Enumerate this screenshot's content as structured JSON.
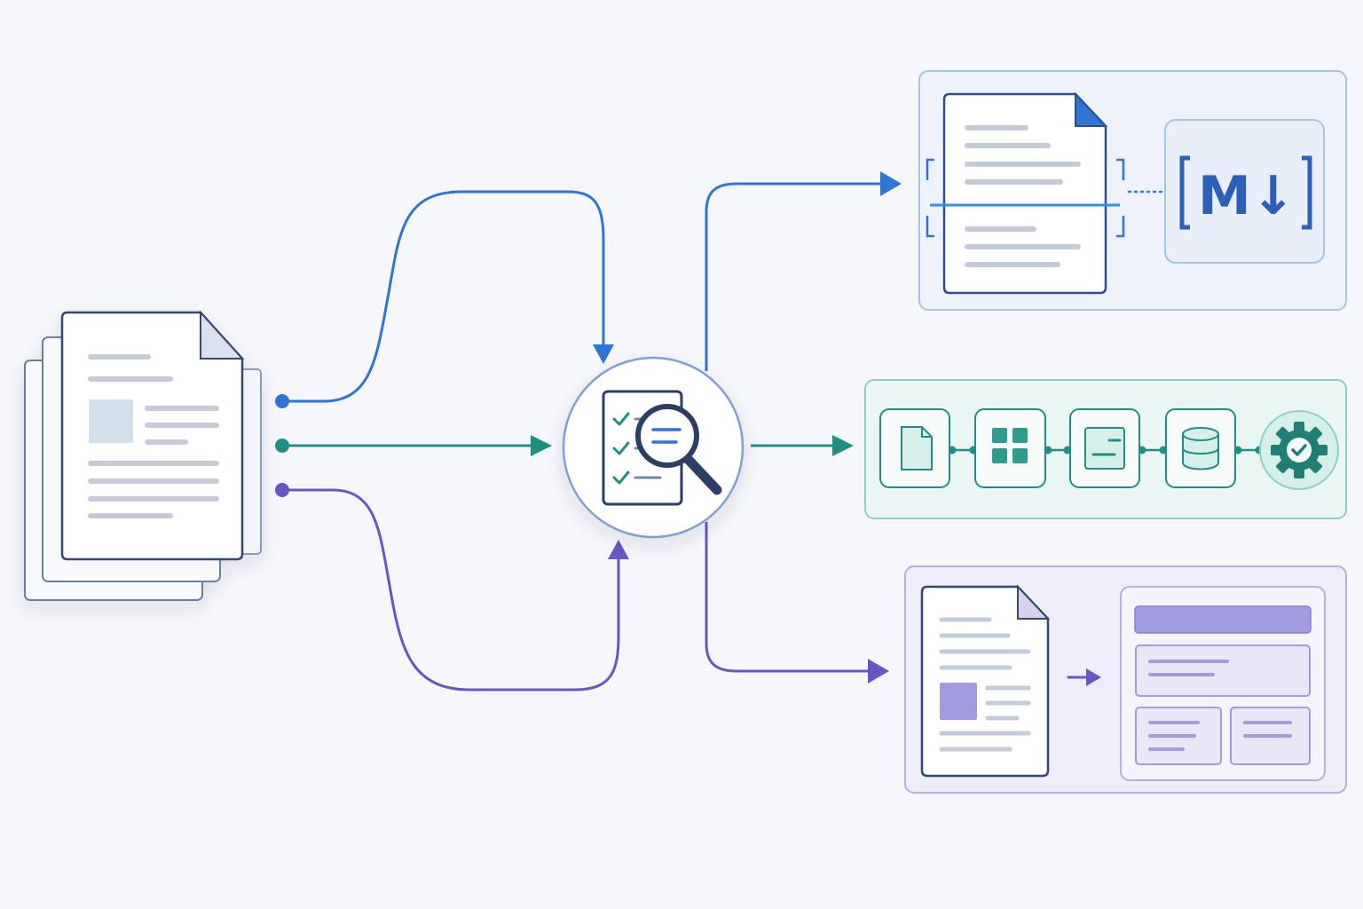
{
  "colors": {
    "background": "#f6f7fa",
    "blue": "#2f74d6",
    "teal": "#1f8f84",
    "purple": "#6a55c4",
    "navy": "#2c3e66",
    "skeleton_gray": "#c3cbd8",
    "panel_blue_fill": "#eef3fb",
    "panel_blue_border": "#a9c3e6",
    "panel_teal_fill": "#e9f6f3",
    "panel_teal_border": "#8fd0c4",
    "panel_purple_fill": "#efedf9",
    "panel_purple_border": "#b8aee3"
  },
  "nodes": {
    "source": {
      "icon": "document-stack-icon"
    },
    "hub": {
      "icon": "checklist-magnifier-icon"
    },
    "output_markdown": {
      "icons": [
        "scanned-document-icon",
        "markdown-icon"
      ],
      "badge_text": "M↓"
    },
    "output_pipeline": {
      "steps": [
        "file-icon",
        "grid-icon",
        "form-icon",
        "database-icon",
        "gear-check-icon"
      ]
    },
    "output_layout": {
      "icons": [
        "document-icon",
        "arrow-right-icon",
        "layout-template-icon"
      ]
    }
  },
  "edges": [
    {
      "from": "source",
      "to": "hub",
      "color": "blue"
    },
    {
      "from": "source",
      "to": "hub",
      "color": "teal"
    },
    {
      "from": "source",
      "to": "hub",
      "color": "purple"
    },
    {
      "from": "hub",
      "to": "output_markdown",
      "color": "blue"
    },
    {
      "from": "hub",
      "to": "output_pipeline",
      "color": "teal"
    },
    {
      "from": "hub",
      "to": "output_layout",
      "color": "purple"
    }
  ]
}
